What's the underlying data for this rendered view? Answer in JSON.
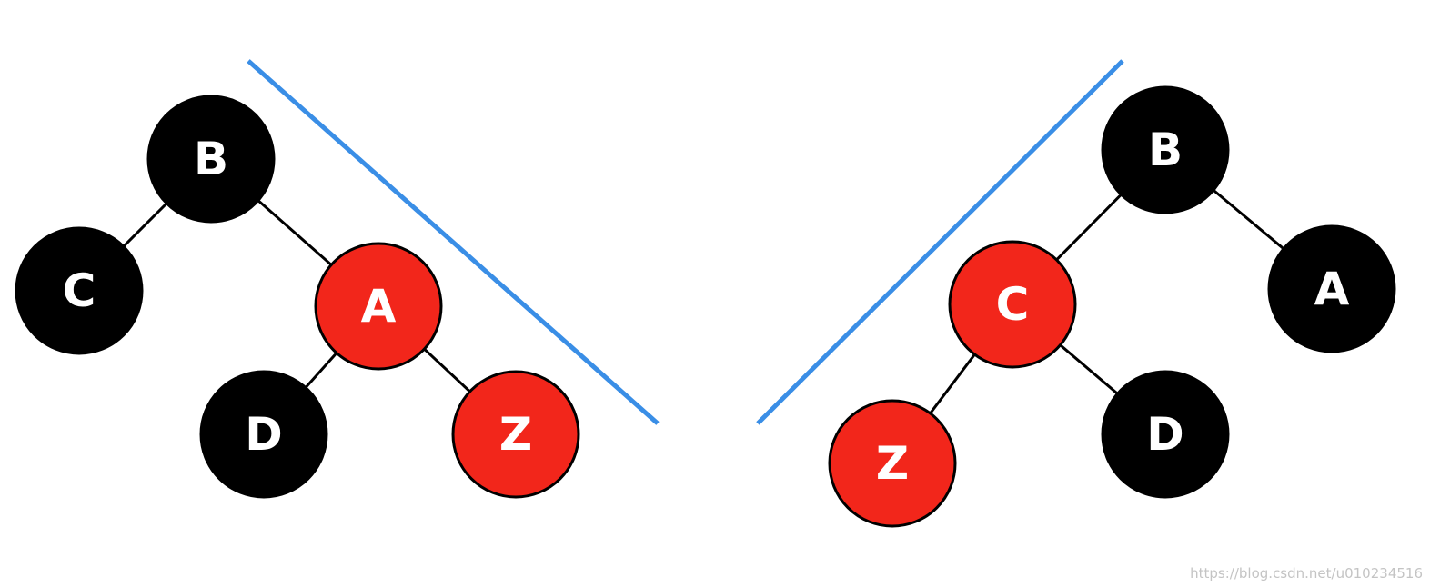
{
  "colors": {
    "black": "#000000",
    "red": "#f2261b",
    "divider": "#3a8ee6",
    "label": "#ffffff"
  },
  "trees": [
    {
      "id": "left-tree",
      "nodes": [
        {
          "id": "B",
          "label": "B",
          "color": "black"
        },
        {
          "id": "C",
          "label": "C",
          "color": "black"
        },
        {
          "id": "A",
          "label": "A",
          "color": "red"
        },
        {
          "id": "D",
          "label": "D",
          "color": "black"
        },
        {
          "id": "Z",
          "label": "Z",
          "color": "red"
        }
      ],
      "edges": [
        [
          "B",
          "C"
        ],
        [
          "B",
          "A"
        ],
        [
          "A",
          "D"
        ],
        [
          "A",
          "Z"
        ]
      ]
    },
    {
      "id": "right-tree",
      "nodes": [
        {
          "id": "B",
          "label": "B",
          "color": "black"
        },
        {
          "id": "C",
          "label": "C",
          "color": "red"
        },
        {
          "id": "A",
          "label": "A",
          "color": "black"
        },
        {
          "id": "Z",
          "label": "Z",
          "color": "red"
        },
        {
          "id": "D",
          "label": "D",
          "color": "black"
        }
      ],
      "edges": [
        [
          "B",
          "C"
        ],
        [
          "B",
          "A"
        ],
        [
          "C",
          "Z"
        ],
        [
          "C",
          "D"
        ]
      ]
    }
  ],
  "watermark": "https://blog.csdn.net/u010234516"
}
